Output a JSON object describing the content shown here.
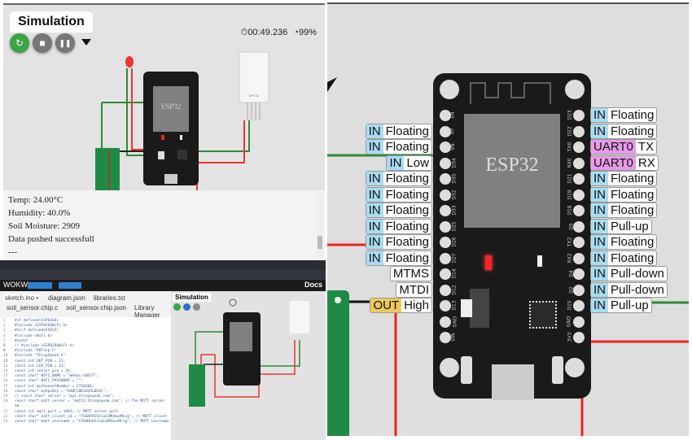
{
  "simulation": {
    "title": "Simulation",
    "controls": {
      "restart": "↻",
      "stop": "■",
      "pause": "❚❚"
    },
    "timer": "00:49.236",
    "speed": "99%",
    "board_label": "ESP32",
    "dht_label": "DHT22"
  },
  "serial_monitor": {
    "lines": [
      "Temp: 24.00°C",
      "Humidity: 40.0%",
      "Soil Moisture: 2909",
      "Data pushed successfull",
      "---"
    ]
  },
  "editor": {
    "brand": "WOKWI",
    "docs": "Docs",
    "tabs_row1": [
      "sketch.ino •",
      "diagram.json",
      "libraries.txt"
    ],
    "tabs_row2": [
      "soil_sensor.chip.c",
      "soil_sensor.chip.json",
      "Library Manager"
    ],
    "code_lines": [
      "#if defined(ESP8266)",
      "#include <ESP8266WiFi.h>",
      "#elif defined(ESP32)",
      "#include <WiFi.h>",
      "#endif",
      "",
      "// #include <ESP8266WiFi.h>",
      "",
      "#include \"DHTesp.h\"",
      "#include \"ThingSpeak.h\"",
      "",
      "const int DHT_PIN = 15;",
      "const int LED_PIN = 13;",
      "const int sensor_pin = 34;",
      "const char* WIFI_NAME = \"Wokwi-GUEST\";",
      "const char* WIFI_PASSWORD = \"\";",
      "const int myChannelNumber = 2750284;",
      "const char* myApiKey = \"04BFC0K3SQ5L0E82\";",
      "// const char* server = \"api.thingspeak.com\";",
      "const char* mqtt_server = \"mqtt3.thingspeak.com\"; // The MQTT server ad",
      "const int mqtt_port = 1883; // MQTT server port",
      "const char* mqtt_client_id = \"FSGHDhEXJiwLGMhbuoMLzg\"; // MQTT client",
      "const char* mqtt_username = \"FSGHDhEXJiwLGMhbuoMLzg\"; // MQTT username"
    ],
    "mini_sim_title": "Simulation"
  },
  "zoomed_board": {
    "label": "ESP32",
    "left_pins": [
      "EN",
      "VP",
      "VN",
      "D34",
      "D35",
      "D32",
      "D33",
      "D25",
      "D26",
      "D27",
      "D14",
      "D12",
      "D13",
      "GND",
      "VIN"
    ],
    "right_pins": [
      "D23",
      "D22",
      "TX0",
      "RX0",
      "D21",
      "D19",
      "D18",
      "D5",
      "TX2",
      "RX2",
      "D4",
      "D2",
      "D15",
      "GND",
      "3V3"
    ],
    "left_labels": [
      {
        "dir": "IN",
        "state": "Floating",
        "type": "in"
      },
      {
        "dir": "IN",
        "state": "Floating",
        "type": "in"
      },
      {
        "dir": "IN",
        "state": "Low",
        "type": "in"
      },
      {
        "dir": "IN",
        "state": "Floating",
        "type": "in"
      },
      {
        "dir": "IN",
        "state": "Floating",
        "type": "in"
      },
      {
        "dir": "IN",
        "state": "Floating",
        "type": "in"
      },
      {
        "dir": "IN",
        "state": "Floating",
        "type": "in"
      },
      {
        "dir": "IN",
        "state": "Floating",
        "type": "in"
      },
      {
        "dir": "IN",
        "state": "Floating",
        "type": "in"
      },
      {
        "dir": "",
        "state": "MTMS",
        "type": "none"
      },
      {
        "dir": "",
        "state": "MTDI",
        "type": "none"
      },
      {
        "dir": "OUT",
        "state": "High",
        "type": "out"
      }
    ],
    "right_labels": [
      {
        "dir": "IN",
        "state": "Floating",
        "type": "in"
      },
      {
        "dir": "IN",
        "state": "Floating",
        "type": "in"
      },
      {
        "dir": "UART0",
        "state": "TX",
        "type": "uart"
      },
      {
        "dir": "UART0",
        "state": "RX",
        "type": "uart"
      },
      {
        "dir": "IN",
        "state": "Floating",
        "type": "in"
      },
      {
        "dir": "IN",
        "state": "Floating",
        "type": "in"
      },
      {
        "dir": "IN",
        "state": "Floating",
        "type": "in"
      },
      {
        "dir": "IN",
        "state": "Pull-up",
        "type": "in"
      },
      {
        "dir": "IN",
        "state": "Floating",
        "type": "in"
      },
      {
        "dir": "IN",
        "state": "Floating",
        "type": "in"
      },
      {
        "dir": "IN",
        "state": "Pull-down",
        "type": "in"
      },
      {
        "dir": "IN",
        "state": "Pull-down",
        "type": "in"
      },
      {
        "dir": "IN",
        "state": "Pull-up",
        "type": "in"
      }
    ]
  }
}
